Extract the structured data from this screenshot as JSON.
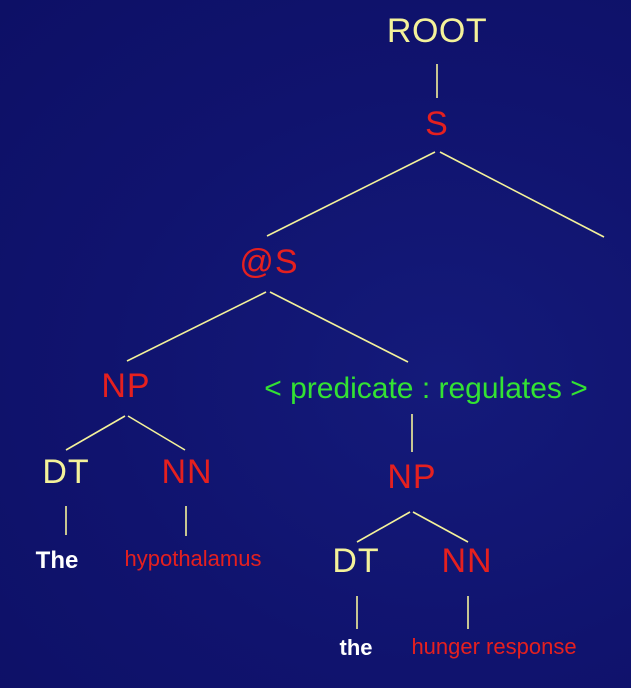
{
  "nodes": {
    "root": "ROOT",
    "s": "S",
    "at_s": "@S",
    "np1": "NP",
    "predicate": "< predicate : regulates >",
    "dt1": "DT",
    "nn1": "NN",
    "np2": "NP",
    "dt2": "DT",
    "nn2": "NN"
  },
  "words": {
    "the_cap": "The",
    "hypothalamus": "hypothalamus",
    "the_lower": "the",
    "hunger_response": "hunger response"
  },
  "colors": {
    "background": "#10136e",
    "category_label": "#f4f29a",
    "head_label": "#e5201f",
    "predicate": "#33e233",
    "function_word": "#ffffff",
    "edge": "#f4f29a"
  }
}
